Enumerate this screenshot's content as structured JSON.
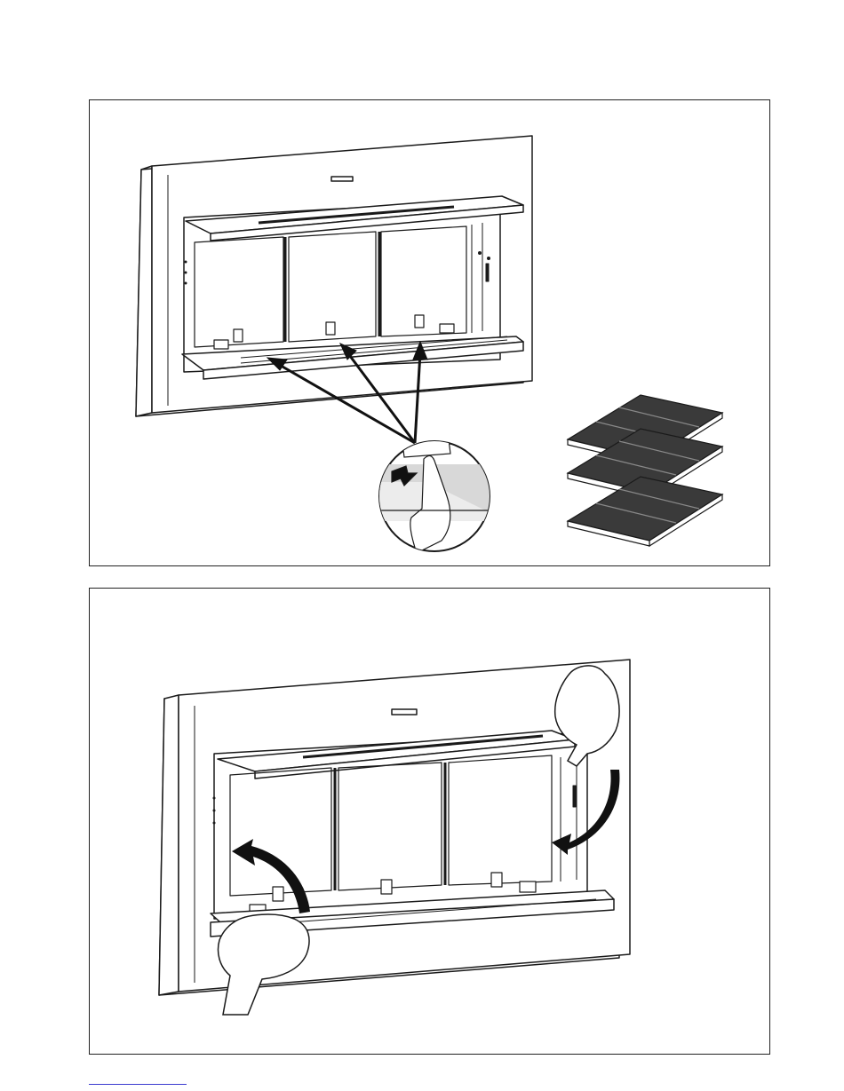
{
  "figures": [
    {
      "id": "step-1",
      "illustration": "range-hood-with-three-filters-latch-detail",
      "filter_count": 3
    },
    {
      "id": "step-2",
      "illustration": "range-hood-panel-tilting-with-hands"
    }
  ],
  "colors": {
    "line": "#1a1a1a",
    "fill": "#ffffff",
    "filter_dark": "#3a3a3a",
    "panel_border": "#222222",
    "footer_rule": "#3a3ad0"
  }
}
